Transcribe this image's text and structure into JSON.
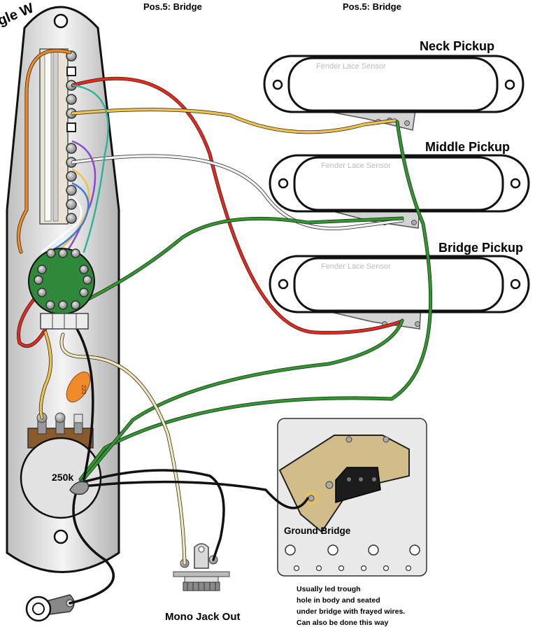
{
  "header": {
    "corner_label": "gle W",
    "position_label_1": "Pos.5: Bridge",
    "position_label_2": "Pos.5: Bridge"
  },
  "pickups": [
    {
      "name": "Neck Pickup",
      "brand": "Fender Lace Sensor"
    },
    {
      "name": "Middle Pickup",
      "brand": "Fender Lace Sensor"
    },
    {
      "name": "Bridge Pickup",
      "brand": "Fender Lace Sensor"
    }
  ],
  "pot": {
    "value_label": "250k"
  },
  "capacitor": {
    "code": "223"
  },
  "jack": {
    "label": "Mono Jack Out"
  },
  "bridge": {
    "label": "Ground Bridge",
    "note_lines": [
      "Usually led trough",
      "hole in body and seated",
      "under bridge with frayed wires.",
      "Can also be done this way"
    ]
  },
  "colors": {
    "red": "#e8281c",
    "yellow": "#f0c24a",
    "white": "#f2f2f2",
    "green": "#2e9a2e",
    "black": "#111111",
    "orange": "#f08a1e",
    "cream": "#f3e6b5",
    "cap": "#f08a2a",
    "pcb": "#2e8a3a"
  }
}
